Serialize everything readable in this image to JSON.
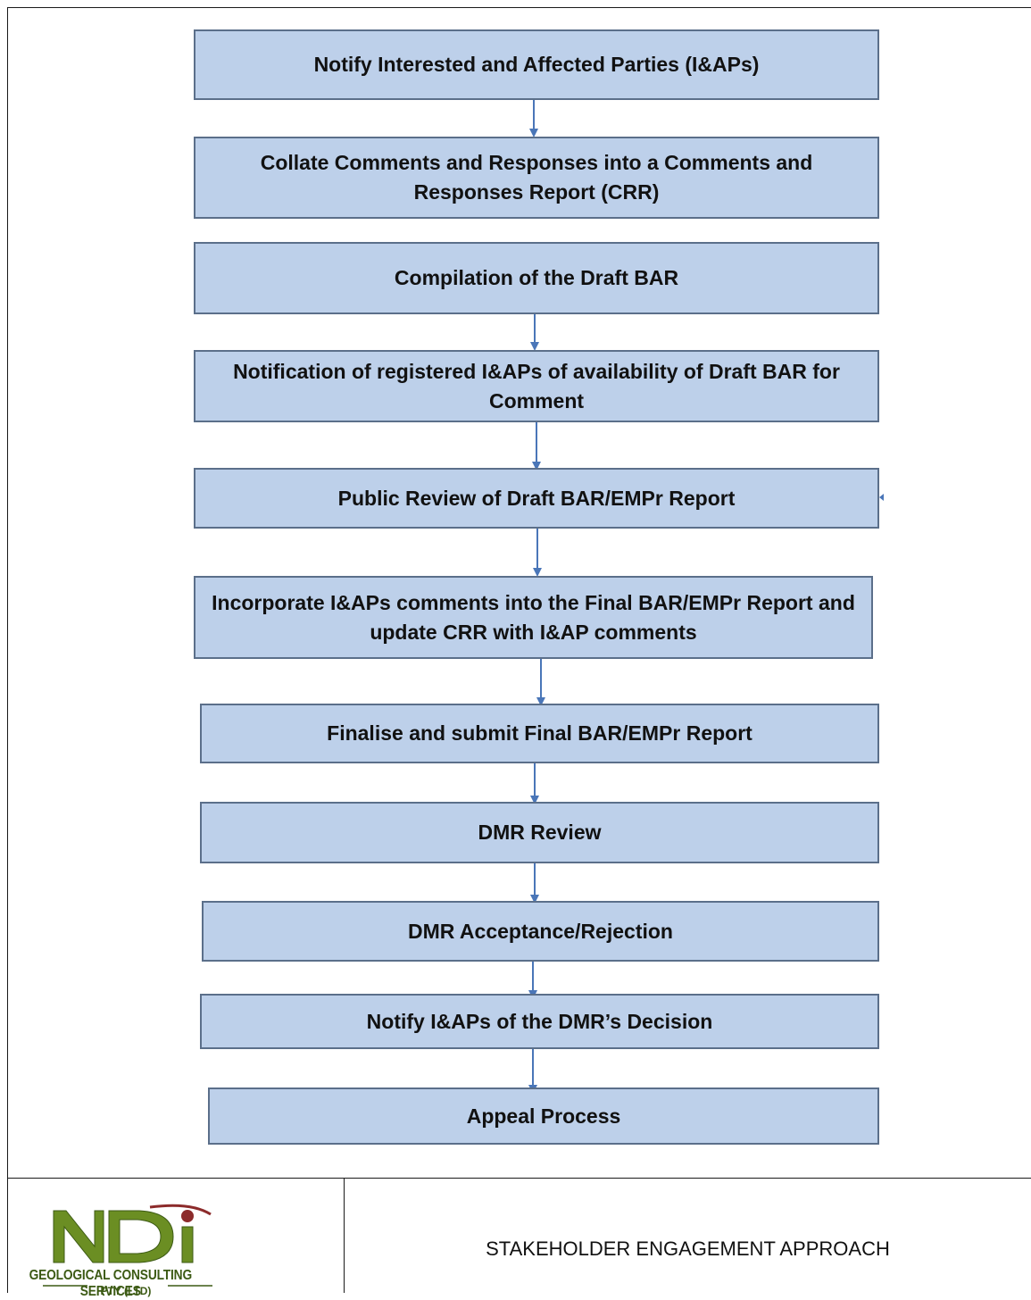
{
  "flow": {
    "steps": [
      "Notify Interested and Affected Parties (I&APs)",
      "Collate Comments and Responses into a Comments and Responses Report (CRR)",
      "Compilation of the Draft BAR",
      "Notification of registered I&APs of availability of Draft BAR for Comment",
      "Public Review of Draft BAR/EMPr Report",
      "Incorporate I&APs comments into the Final BAR/EMPr Report and update CRR with I&AP comments",
      "Finalise and submit Final BAR/EMPr Report",
      "DMR Review",
      "DMR Acceptance/Rejection",
      "Notify I&APs of the DMR’s Decision",
      "Appeal Process"
    ],
    "colors": {
      "box_fill": "#bdd0ea",
      "box_border": "#5b6f8a",
      "arrow": "#4a76b8"
    }
  },
  "footer": {
    "logo_mark": "NDi",
    "logo_company": "GEOLOGICAL CONSULTING SERVICES",
    "logo_suffix": "PTY (LTD)",
    "document_title": "STAKEHOLDER ENGAGEMENT APPROACH"
  }
}
